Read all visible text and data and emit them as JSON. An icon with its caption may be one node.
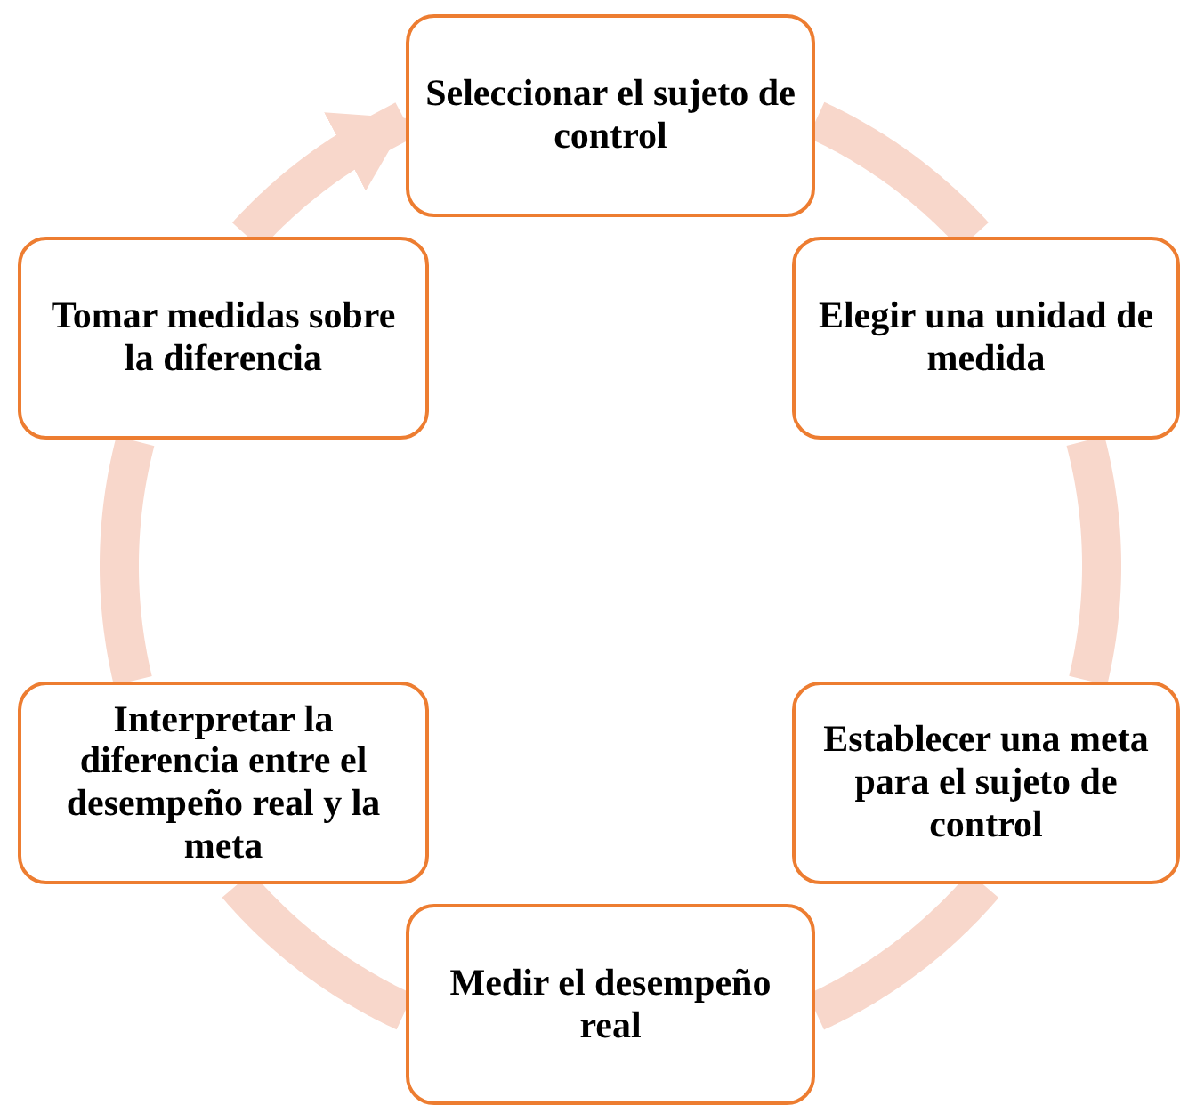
{
  "diagram": {
    "nodes": [
      {
        "text": [
          "Seleccionar el sujeto de control"
        ]
      },
      {
        "text": [
          "Elegir una unidad de medida"
        ]
      },
      {
        "text": [
          "Establecer una meta para el sujeto de control"
        ]
      },
      {
        "text": [
          "Medir el desempeño real"
        ]
      },
      {
        "text": [
          "Interpretar la diferencia entre el desempeño real y la meta"
        ]
      },
      {
        "text": [
          "Tomar medidas sobre la diferencia"
        ]
      }
    ],
    "edges": [
      {
        "from": 0,
        "to": 1,
        "arrow": "none"
      },
      {
        "from": 1,
        "to": 2,
        "arrow": "none"
      },
      {
        "from": 2,
        "to": 3,
        "arrow": "none"
      },
      {
        "from": 3,
        "to": 4,
        "arrow": "none"
      },
      {
        "from": 4,
        "to": 5,
        "arrow": "none"
      },
      {
        "from": 5,
        "to": 0,
        "arrow": "to"
      }
    ]
  }
}
